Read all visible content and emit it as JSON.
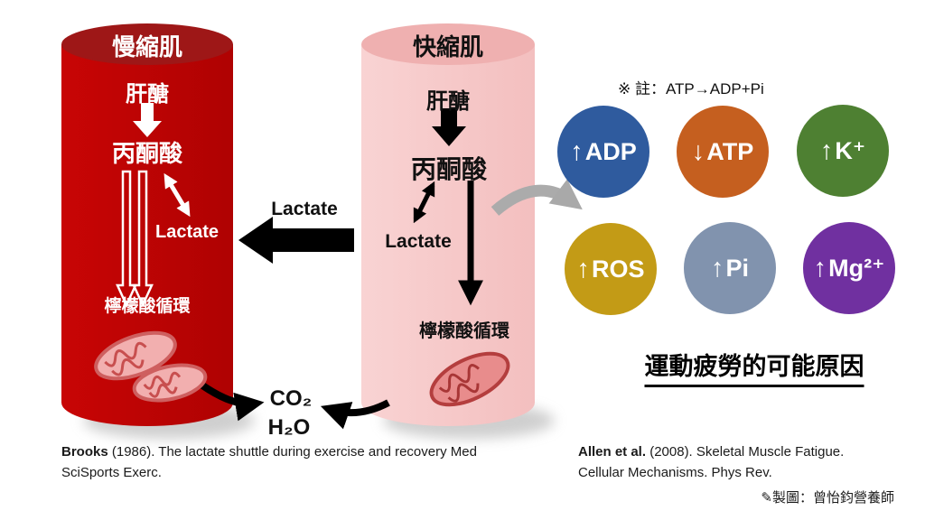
{
  "slow_muscle": {
    "title": "慢縮肌",
    "glycogen": "肝醣",
    "pyruvate": "丙酮酸",
    "lactate": "Lactate",
    "citric_cycle": "檸檬酸循環"
  },
  "fast_muscle": {
    "title": "快縮肌",
    "glycogen": "肝醣",
    "pyruvate": "丙酮酸",
    "lactate": "Lactate",
    "citric_cycle": "檸檬酸循環"
  },
  "shuttle": {
    "label": "Lactate"
  },
  "byproducts": {
    "co2": "CO₂",
    "h2o": "H₂O"
  },
  "fatigue_panel": {
    "note": "※ 註：ATP→ADP+Pi",
    "title": "運動疲勞的可能原因",
    "circles": [
      {
        "label": "ADP",
        "direction": "up",
        "color": "#2F5B9E"
      },
      {
        "label": "ATP",
        "direction": "down",
        "color": "#C55F1F"
      },
      {
        "label": "K⁺",
        "direction": "up",
        "color": "#4E8032"
      },
      {
        "label": "ROS",
        "direction": "up",
        "color": "#C39B16"
      },
      {
        "label": "Pi",
        "direction": "up",
        "color": "#8193AE"
      },
      {
        "label": "Mg²⁺",
        "direction": "up",
        "color": "#7030A0"
      }
    ]
  },
  "citations": {
    "left_author": "Brooks",
    "left_text": " (1986). The lactate shuttle during exercise and recovery Med SciSports Exerc.",
    "right_author": "Allen et al.",
    "right_text": " (2008). Skeletal Muscle Fatigue. Cellular Mechanisms. Phys Rev."
  },
  "credit_icon": "✎",
  "credit": "製圖：曾怡鈞營養師"
}
